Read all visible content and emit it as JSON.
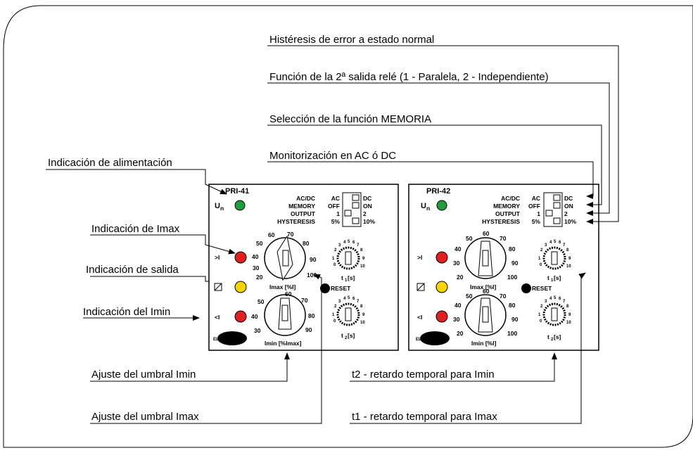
{
  "callouts": {
    "hysteresis": "Histéresis de error a estado normal",
    "relay2": "Función de la 2ª salida relé (1 - Paralela, 2 - Independiente)",
    "memory": "Selección de la función MEMORIA",
    "acdc": "Monitorización en  AC ó DC",
    "power": "Indicación de alimentación",
    "imax_ind": "Indicación de Imax",
    "output_ind": "Indicación de salida",
    "imin_ind": "Indicación del Imin",
    "imin_adj": "Ajuste del umbral  Imin",
    "imax_adj": "Ajuste del umbral Imax",
    "t2": "t2 - retardo temporal para Imin",
    "t1": "t1 - retardo temporal para Imax"
  },
  "devices": [
    {
      "model": "PRI-41",
      "un_label": "U",
      "un_sub": "n",
      "switches": [
        {
          "name": "AC/DC",
          "left": "AC",
          "right": "DC"
        },
        {
          "name": "MEMORY",
          "left": "OFF",
          "right": "ON"
        },
        {
          "name": "OUTPUT",
          "left": "1",
          "right": "2"
        },
        {
          "name": "HYSTERESIS",
          "left": "5%",
          "right": "10%"
        }
      ],
      "dial_top_scale": [
        "20",
        "30",
        "40",
        "50",
        "60",
        "70",
        "80",
        "90",
        "100"
      ],
      "dial_top_label": "Imax [%I]",
      "dial_bottom_scale": [
        "30",
        "40",
        "50",
        "60",
        "70",
        "80",
        "90"
      ],
      "dial_bottom_label": "Imin [%Imax]",
      "t1_label": "t",
      "t1_sub": "1",
      "t1_unit": "[s]",
      "t2_label": "t",
      "t2_sub": "2",
      "t2_unit": "[s]",
      "reset": "RESET",
      "logo": "EL",
      "led_symbols": [
        ">I",
        "",
        "<I"
      ]
    },
    {
      "model": "PRI-42",
      "un_label": "U",
      "un_sub": "n",
      "switches": [
        {
          "name": "AC/DC",
          "left": "AC",
          "right": "DC"
        },
        {
          "name": "MEMORY",
          "left": "OFF",
          "right": "ON"
        },
        {
          "name": "OUTPUT",
          "left": "1",
          "right": "2"
        },
        {
          "name": "HYSTERESIS",
          "left": "5%",
          "right": "10%"
        }
      ],
      "dial_top_scale": [
        "20",
        "30",
        "40",
        "50",
        "60",
        "70",
        "80",
        "90",
        "100"
      ],
      "dial_top_label": "Imax [%I]",
      "dial_bottom_scale": [
        "20",
        "30",
        "40",
        "50",
        "60",
        "70",
        "80",
        "90",
        "100"
      ],
      "dial_bottom_label": "Imin [%I]",
      "t1_label": "t",
      "t1_sub": "1",
      "t1_unit": "[s]",
      "t2_label": "t",
      "t2_sub": "2",
      "t2_unit": "[s]",
      "reset": "RESET",
      "logo": "EL",
      "led_symbols": [
        ">I",
        "",
        "<I"
      ]
    }
  ],
  "timer_scale": [
    "0",
    "1",
    "2",
    "3",
    "4",
    "5",
    "6",
    "7",
    "8",
    "9",
    "10"
  ],
  "colors": {
    "power_led": "#1f9c3c",
    "red_led": "#e02020",
    "yellow_led": "#f5d400",
    "line": "#000000"
  }
}
